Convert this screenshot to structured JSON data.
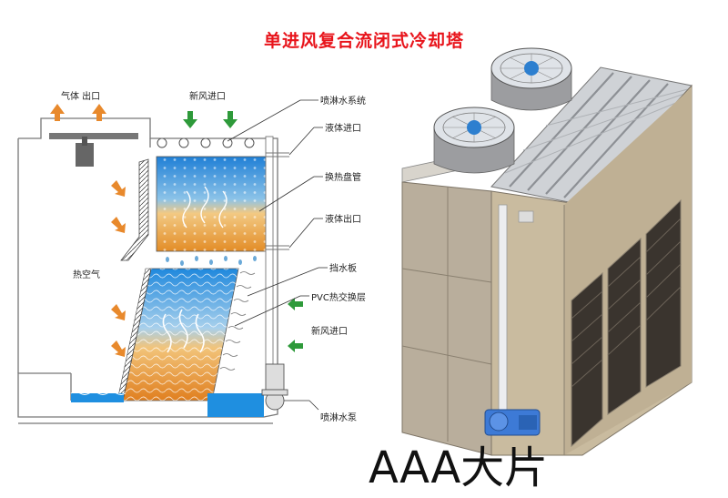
{
  "title": "单进风复合流闭式冷却塔",
  "labels": {
    "gas_outlet": "气体 出口",
    "fresh_air_inlet_top": "新风进口",
    "spray_system": "喷淋水系统",
    "liquid_inlet": "液体进口",
    "heat_exchange_coil": "换热盘管",
    "liquid_outlet": "液体出口",
    "hot_air": "热空气",
    "drift_eliminator": "挡水板",
    "pvc_fill": "PVC热交换层",
    "fresh_air_inlet_side": "新风进口",
    "spray_pump": "喷淋水泵"
  },
  "watermark": "AAA大片",
  "colors": {
    "title": "#e8141b",
    "arrow_orange": "#e8892c",
    "arrow_green": "#2e9a3a",
    "water": "#1f8fe0",
    "coil_top": "#2f8fd8",
    "coil_bottom": "#e7a23c",
    "tower_body": "#b6aa96"
  },
  "icons": [
    "arrow-up-icon",
    "arrow-down-icon",
    "arrow-left-icon",
    "spray-nozzle-icon",
    "pump-icon",
    "fan-icon"
  ]
}
